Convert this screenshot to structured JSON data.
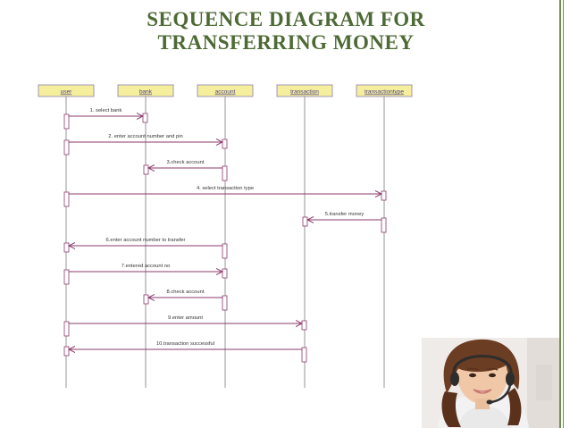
{
  "title": {
    "line1": "SEQUENCE DIAGRAM FOR",
    "line2": "TRANSFERRING MONEY"
  },
  "colors": {
    "title": "#4d6a35",
    "header_fill": "#f5ee9c",
    "header_border": "#8a7fb0",
    "header_text": "#4a3f8c",
    "message_line": "#8b3a6b",
    "lifeline": "#7a7a7a",
    "frame_border": "#6f8f4e"
  },
  "participants": [
    {
      "id": "user",
      "label": "user"
    },
    {
      "id": "bank",
      "label": "bank"
    },
    {
      "id": "account",
      "label": "account"
    },
    {
      "id": "transaction",
      "label": "transaction"
    },
    {
      "id": "transactiontype",
      "label": "transactiontype"
    }
  ],
  "messages": [
    {
      "from": "user",
      "to": "bank",
      "label": "1. select bank"
    },
    {
      "from": "user",
      "to": "account",
      "label": "2. enter account number and pin"
    },
    {
      "from": "account",
      "to": "bank",
      "label": "3.check account"
    },
    {
      "from": "user",
      "to": "transactiontype",
      "label": "4. select transaction type"
    },
    {
      "from": "transactiontype",
      "to": "transaction",
      "label": "5.transfer money"
    },
    {
      "from": "account",
      "to": "user",
      "label": "6.enter account number to transfer"
    },
    {
      "from": "user",
      "to": "account",
      "label": "7.entered account no"
    },
    {
      "from": "account",
      "to": "bank",
      "label": "8.check account"
    },
    {
      "from": "user",
      "to": "transaction",
      "label": "9.enter amount"
    },
    {
      "from": "transaction",
      "to": "user",
      "label": "10.transaction successful"
    }
  ],
  "photo": {
    "icon": "support-agent-photo"
  }
}
